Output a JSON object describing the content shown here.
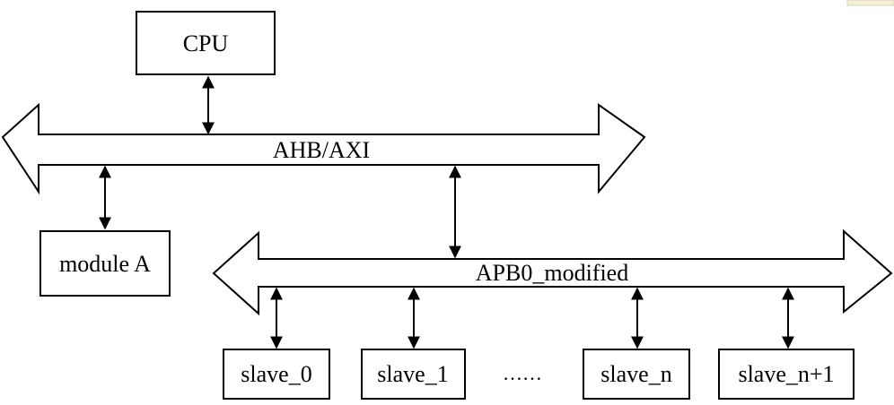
{
  "diagram": {
    "cpu": {
      "label": "CPU"
    },
    "buses": {
      "ahb": {
        "label": "AHB/AXI"
      },
      "apb": {
        "label": "APB0_modified"
      }
    },
    "module_a": {
      "label": "module A"
    },
    "slaves": [
      {
        "label": "slave_0"
      },
      {
        "label": "slave_1"
      },
      {
        "label": "slave_n"
      },
      {
        "label": "slave_n+1"
      }
    ],
    "ellipsis": "……"
  },
  "colors": {
    "stroke": "#000000",
    "fill": "#ffffff"
  }
}
